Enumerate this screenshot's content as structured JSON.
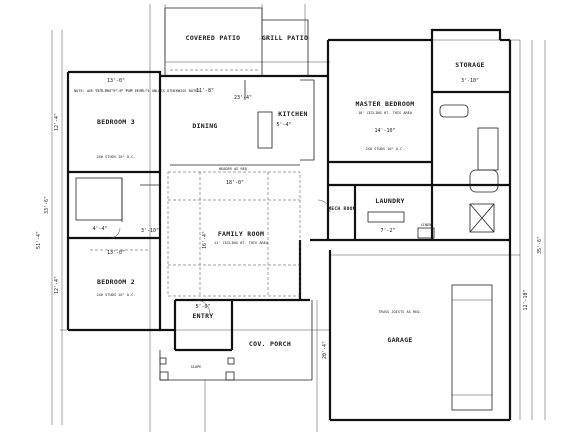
{
  "rooms": {
    "covered_patio": "COVERED PATIO",
    "grill_patio": "GRILL PATIO",
    "bedroom_3": "BEDROOM 3",
    "dining": "DINING",
    "kitchen": "KITCHEN",
    "master_bedroom": "MASTER BEDROOM",
    "master_bedroom_note": "10' CEILING HT. THIS AREA",
    "storage": "STORAGE",
    "family_room": "FAMILY ROOM",
    "family_room_note": "11' CEILING HT. THIS AREA",
    "laundry": "LAUNDRY",
    "mech_room": "MECH ROOM",
    "linen": "LINEN",
    "bedroom_2": "BEDROOM 2",
    "entry": "ENTRY",
    "cov_porch": "COV. PORCH",
    "garage": "GARAGE"
  },
  "notes": {
    "ceiling_note": "NOTE: ALL CEILING 9'-0\" FOR LEVEL 1 UNLESS OTHERWISE NOTED",
    "truss_joists": "TRUSS JOISTS AS REQ.",
    "header": "HEADER AS REQ.",
    "slope": "SLOPE",
    "studs_bedroom3": "2X6 STUDS 16\" O.C.",
    "studs_bedroom2": "2X6 STUDS 16\" O.C.",
    "studs_master": "2X6 STUDS 16\" O.C."
  },
  "dimensions": {
    "bedroom3_width": "13'-0\"",
    "bedroom3_depth": "12'-4\"",
    "bedroom2_width": "13'-0\"",
    "bedroom2_depth": "12'-4\"",
    "dining_width": "11'-8\"",
    "kitchen_width": "23'-4\"",
    "kitchen_bar": "5'-4\"",
    "master_width": "14'-10\"",
    "family_width": "18'-0\"",
    "family_depth": "16'-4\"",
    "laundry_width": "7'-2\"",
    "garage_depth": "12'-10\"",
    "overall_left": "33'-6\"",
    "overall_left_total": "51'-4\"",
    "overall_right": "35'-6\"",
    "porch_depth": "20'-4\"",
    "entry_dim": "5'-0\"",
    "storage_dim": "3'-10\"",
    "bath_dim": "4'-4\"",
    "hall_dim": "3'-10\""
  }
}
